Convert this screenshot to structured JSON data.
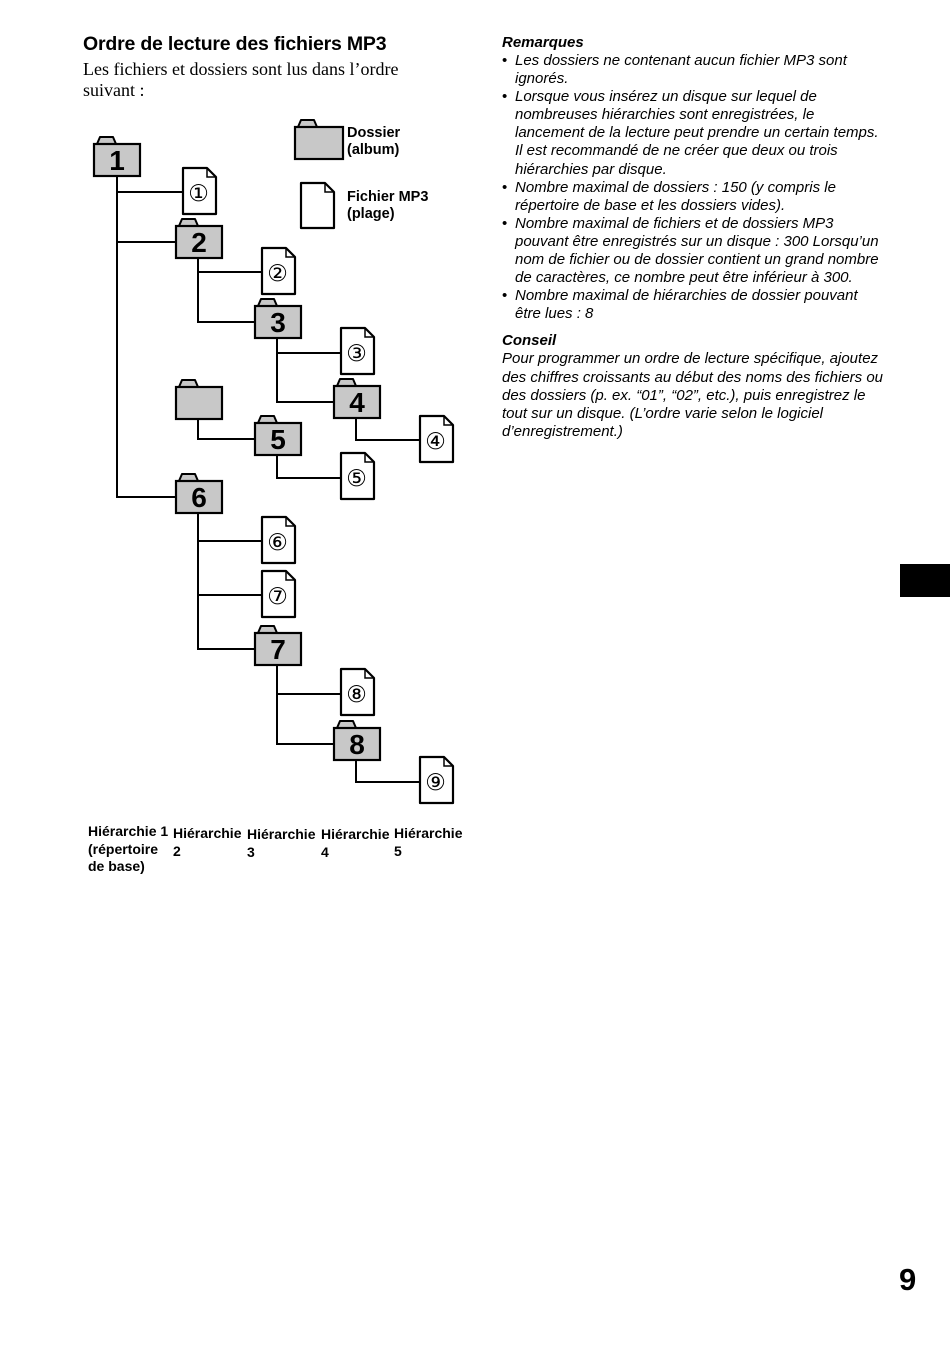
{
  "heading": "Ordre de lecture des fichiers MP3",
  "intro": "Les fichiers et dossiers sont lus dans l’ordre suivant :",
  "legend": {
    "folder_label": "Dossier\n(album)",
    "file_label": "Fichier MP3\n(plage)"
  },
  "diagram": {
    "folders": [
      {
        "number": "1",
        "level": 1
      },
      {
        "number": "2",
        "level": 2
      },
      {
        "number": "3",
        "level": 3
      },
      {
        "number": "4",
        "level": 4
      },
      {
        "number": "",
        "level": 2,
        "note": "empty"
      },
      {
        "number": "5",
        "level": 3
      },
      {
        "number": "6",
        "level": 2
      },
      {
        "number": "7",
        "level": 3
      },
      {
        "number": "8",
        "level": 4
      }
    ],
    "files": [
      {
        "number": "①",
        "level": 2
      },
      {
        "number": "②",
        "level": 3
      },
      {
        "number": "③",
        "level": 4
      },
      {
        "number": "④",
        "level": 5
      },
      {
        "number": "⑤",
        "level": 4
      },
      {
        "number": "⑥",
        "level": 3
      },
      {
        "number": "⑦",
        "level": 3
      },
      {
        "number": "⑧",
        "level": 4
      },
      {
        "number": "⑨",
        "level": 5
      }
    ],
    "hierarchy_labels": [
      "Hiérarchie 1\n(répertoire\nde base)",
      "Hiérarchie\n2",
      "Hiérarchie\n3",
      "Hiérarchie\n4",
      "Hiérarchie\n5"
    ]
  },
  "remarks": {
    "heading": "Remarques",
    "items": [
      "Les dossiers ne contenant aucun fichier MP3 sont ignorés.",
      "Lorsque vous insérez un disque sur lequel de nombreuses hiérarchies sont enregistrées, le lancement de la lecture peut prendre un certain temps. Il est recommandé de ne créer que deux ou trois hiérarchies par disque.",
      "Nombre maximal de dossiers : 150 (y compris le répertoire de base et les dossiers vides).",
      "Nombre maximal de fichiers et de dossiers MP3 pouvant être enregistrés sur un disque : 300 Lorsqu’un nom de fichier ou de dossier contient un grand nombre de caractères, ce nombre peut être inférieur à 300.",
      "Nombre maximal de hiérarchies de dossier pouvant être lues : 8"
    ]
  },
  "tip": {
    "heading": "Conseil",
    "text": "Pour programmer un ordre de lecture spécifique, ajoutez des chiffres croissants au début des noms des fichiers ou des dossiers (p. ex. “01”, “02”, etc.), puis enregistrez le tout sur un disque. (L’ordre varie selon le logiciel d’enregistrement.)"
  },
  "page_number": "9"
}
